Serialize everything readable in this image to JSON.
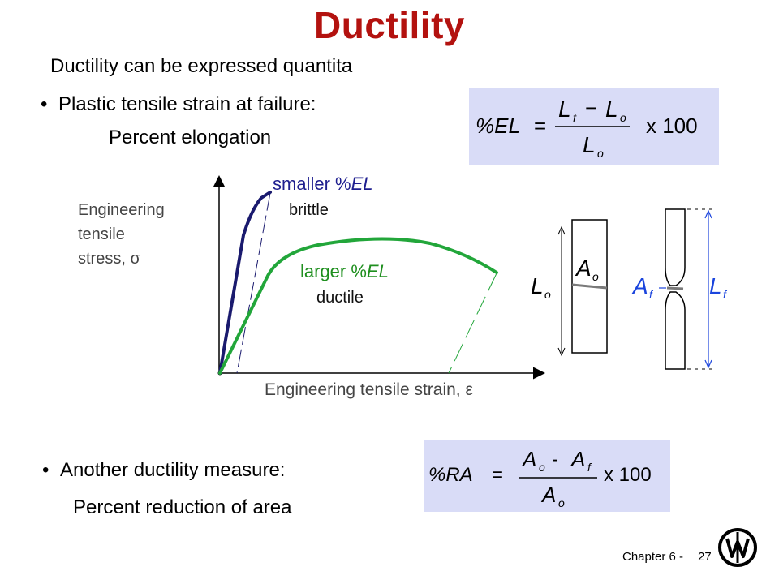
{
  "slide": {
    "title": "Ductility",
    "subtitle": "Ductility can be expressed quantita",
    "bullet1": "Plastic tensile strain at failure:",
    "bullet1_sub": "Percent elongation",
    "bullet2": "Another ductility measure:",
    "bullet2_sub": "Percent reduction of area"
  },
  "formula_el": {
    "lhs": "%EL",
    "eq": "=",
    "num_a": "L",
    "num_a_sub": "f",
    "minus": "−",
    "num_b": "L",
    "num_b_sub": "o",
    "den": "L",
    "den_sub": "o",
    "times": "x 100"
  },
  "formula_ra": {
    "lhs": "%RA",
    "eq": "=",
    "num_a": "A",
    "num_a_sub": "o",
    "minus": "-",
    "num_b": "A",
    "num_b_sub": "f",
    "den": "A",
    "den_sub": "o",
    "times": "x 100"
  },
  "graph": {
    "ylabel_lines": [
      "Engineering",
      "tensile",
      "stress, σ"
    ],
    "xlabel": "Engineering tensile strain, ε",
    "brittle_title_plain": "smaller %",
    "brittle_title_italic": "EL",
    "brittle_word": "brittle",
    "ductile_title_plain": "larger %",
    "ductile_title_italic": "EL",
    "ductile_word": "ductile",
    "colors": {
      "brittle": "#1a1a6e",
      "ductile": "#22a63a",
      "axis": "#000000"
    }
  },
  "specimen": {
    "lo_main": "L",
    "lo_sub": "o",
    "ao_main": "A",
    "ao_sub": "o",
    "af_main": "A",
    "af_sub": "f",
    "lf_main": "L",
    "lf_sub": "f",
    "label_color": "#1a44dd"
  },
  "footer": {
    "chapter": "Chapter 6 -",
    "page": "27",
    "logo": "wiley-logo-icon"
  },
  "colors": {
    "title": "#b3120f",
    "formula_bg": "#d9dcf7"
  }
}
